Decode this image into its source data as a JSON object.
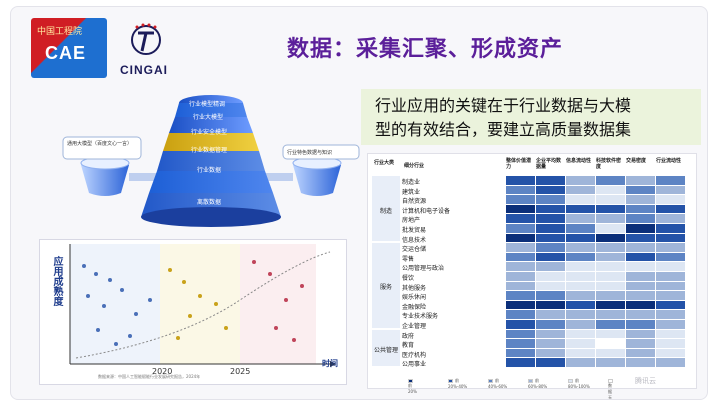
{
  "header": {
    "title": "数据：采集汇聚、形成资产",
    "logo_cae_text": "CAE",
    "logo_cae_top": "中国工程院",
    "logo_cingai_text": "CINGAI"
  },
  "pyramid": {
    "layers": [
      "行业模型精调",
      "行业大模型",
      "行业安全模型",
      "行业数据管理",
      "行业数据",
      "离散数据"
    ],
    "left_bubble": "通用大模型（百度文心一言）",
    "right_bubble": "行业特色数据与知识"
  },
  "maturity": {
    "ylabel": "应用成熟度",
    "xlabel": "时间",
    "ticks": [
      "2020",
      "2025"
    ],
    "note": "数据来源：中国人工智能赋能行业发展研究报告，2024年"
  },
  "slogan": {
    "line1": "行业应用的关键在于行业数据与大模",
    "line2": "型的有效结合，要建立高质量数据集"
  },
  "matrix": {
    "headers": {
      "category": "行业大类",
      "sub": "细分行业",
      "cols": [
        "整体价值潜力",
        "企业平均数据量",
        "信息流动性",
        "科技软件密度",
        "交易密度",
        "行业流动性"
      ]
    },
    "groups": [
      {
        "name": "制造",
        "rows": [
          "制造业",
          "建筑业",
          "自然资源",
          "计算机和电子设备",
          "房地产",
          "批发贸易",
          "信息技术"
        ]
      },
      {
        "name": "服务",
        "rows": [
          "交运仓储",
          "零售",
          "公用管理与政治",
          "餐饮",
          "其他服务",
          "娱乐休闲",
          "金融保险",
          "专业技术服务",
          "企业管理"
        ]
      },
      {
        "name": "公共管理",
        "rows": [
          "政府",
          "教育",
          "医疗机构",
          "公用事业"
        ]
      }
    ],
    "levels": [
      [
        4,
        4,
        2,
        3,
        2,
        3
      ],
      [
        3,
        4,
        2,
        1,
        3,
        2
      ],
      [
        3,
        3,
        1,
        1,
        2,
        1
      ],
      [
        5,
        4,
        4,
        4,
        3,
        4
      ],
      [
        4,
        4,
        2,
        2,
        3,
        2
      ],
      [
        3,
        4,
        3,
        1,
        5,
        4
      ],
      [
        5,
        4,
        4,
        5,
        4,
        4
      ],
      [
        2,
        3,
        2,
        2,
        2,
        2
      ],
      [
        3,
        4,
        3,
        2,
        4,
        3
      ],
      [
        2,
        2,
        1,
        1,
        1,
        1
      ],
      [
        2,
        1,
        1,
        1,
        2,
        2
      ],
      [
        2,
        1,
        1,
        1,
        2,
        2
      ],
      [
        3,
        3,
        2,
        2,
        2,
        2
      ],
      [
        5,
        5,
        4,
        5,
        5,
        4
      ],
      [
        3,
        2,
        2,
        2,
        2,
        2
      ],
      [
        4,
        3,
        2,
        3,
        3,
        2
      ],
      [
        3,
        2,
        1,
        1,
        2,
        1
      ],
      [
        3,
        2,
        1,
        0,
        2,
        1
      ],
      [
        3,
        2,
        1,
        1,
        2,
        1
      ],
      [
        4,
        4,
        2,
        2,
        2,
        2
      ]
    ],
    "palette": {
      "0": "#ffffff",
      "1": "#dde6f3",
      "2": "#9fb5d9",
      "3": "#5d84c4",
      "4": "#2453a8",
      "5": "#0b2f7a"
    },
    "legend": [
      "前20%",
      "前20%-40%",
      "前40%-60%",
      "前60%-80%",
      "前80%-100%",
      "数据无数据"
    ],
    "watermark": "腾讯云"
  }
}
